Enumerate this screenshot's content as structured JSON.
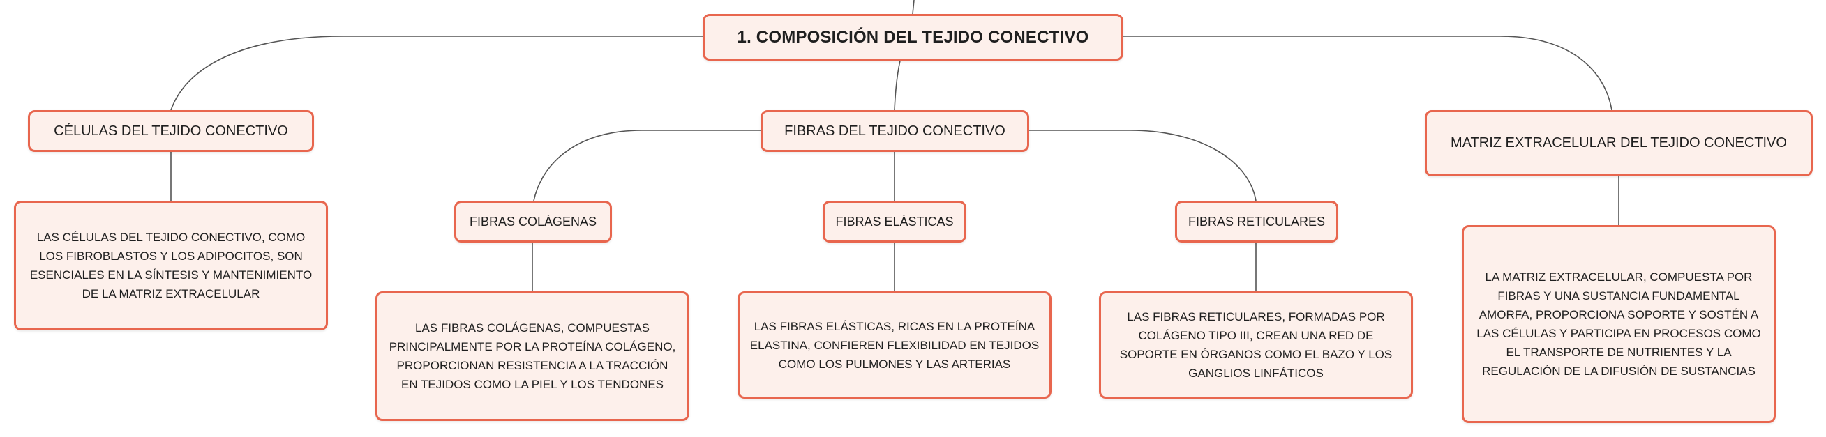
{
  "colors": {
    "node_fill": "#fdf0eb",
    "node_border": "#e8664e",
    "connector": "#555555",
    "text": "#1f1f1f"
  },
  "root": {
    "title": "1. COMPOSICIÓN DEL TEJIDO CONECTIVO"
  },
  "branches": {
    "cells": {
      "title": "CÉLULAS DEL TEJIDO CONECTIVO",
      "description": "LAS CÉLULAS DEL TEJIDO CONECTIVO, COMO LOS FIBROBLASTOS Y LOS ADIPOCITOS, SON ESENCIALES EN LA SÍNTESIS Y MANTENIMIENTO DE LA MATRIZ EXTRACELULAR"
    },
    "fibers": {
      "title": "FIBRAS DEL TEJIDO CONECTIVO",
      "children": {
        "collagen": {
          "title": "FIBRAS COLÁGENAS",
          "description": "LAS FIBRAS COLÁGENAS, COMPUESTAS PRINCIPALMENTE POR LA PROTEÍNA COLÁGENO, PROPORCIONAN RESISTENCIA A LA TRACCIÓN EN TEJIDOS COMO LA PIEL Y LOS TENDONES"
        },
        "elastic": {
          "title": "FIBRAS ELÁSTICAS",
          "description": "LAS FIBRAS ELÁSTICAS, RICAS EN LA PROTEÍNA ELASTINA, CONFIEREN FLEXIBILIDAD EN TEJIDOS COMO LOS PULMONES Y LAS ARTERIAS"
        },
        "reticular": {
          "title": "FIBRAS RETICULARES",
          "description": "LAS FIBRAS RETICULARES, FORMADAS POR COLÁGENO TIPO III, CREAN UNA RED DE SOPORTE EN ÓRGANOS COMO EL BAZO Y LOS GANGLIOS LINFÁTICOS"
        }
      }
    },
    "matrix": {
      "title": "MATRIZ EXTRACELULAR DEL TEJIDO CONECTIVO",
      "description": "LA MATRIZ EXTRACELULAR, COMPUESTA POR FIBRAS Y UNA SUSTANCIA FUNDAMENTAL AMORFA, PROPORCIONA SOPORTE Y SOSTÉN A LAS CÉLULAS Y PARTICIPA EN PROCESOS COMO EL TRANSPORTE DE NUTRIENTES Y LA REGULACIÓN DE LA DIFUSIÓN DE SUSTANCIAS"
    }
  }
}
